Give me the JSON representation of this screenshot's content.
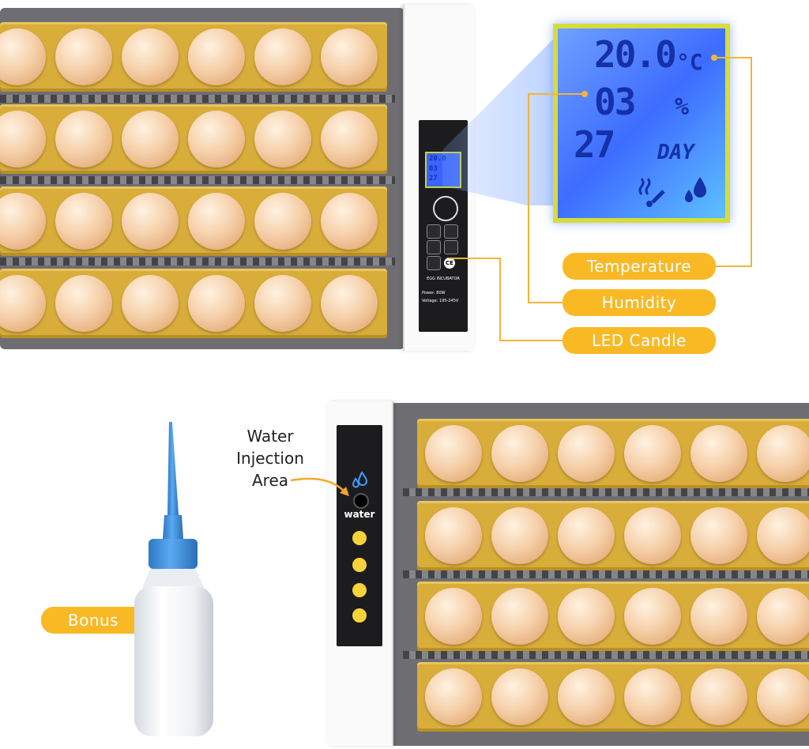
{
  "labels": {
    "temperature": "Temperature",
    "humidity": "Humidity",
    "led_candle": "LED Candle",
    "bonus": "Bonus",
    "water_injection": [
      "Water",
      "Injection",
      "Area"
    ]
  },
  "lcd": {
    "temperature_value": "20.0",
    "temperature_unit": "°C",
    "humidity_value": "03",
    "humidity_unit": "%",
    "day_value": "27",
    "day_unit": "DAY"
  },
  "panel": {
    "brand_text": "EGG INCUBATOR",
    "power_text": "Power: 80W",
    "voltage_text": "Voltage: 195-245V",
    "water_label": "water"
  },
  "colors": {
    "accent": "#f9b925",
    "tray": "#d9ad3a",
    "lcd_blue": "#3d6cff",
    "bottle_cap": "#3a8ed8"
  },
  "icons": [
    "ce-mark-icon",
    "heater-icon",
    "humidity-drop-icon",
    "water-drop-icon",
    "chick-icon"
  ]
}
